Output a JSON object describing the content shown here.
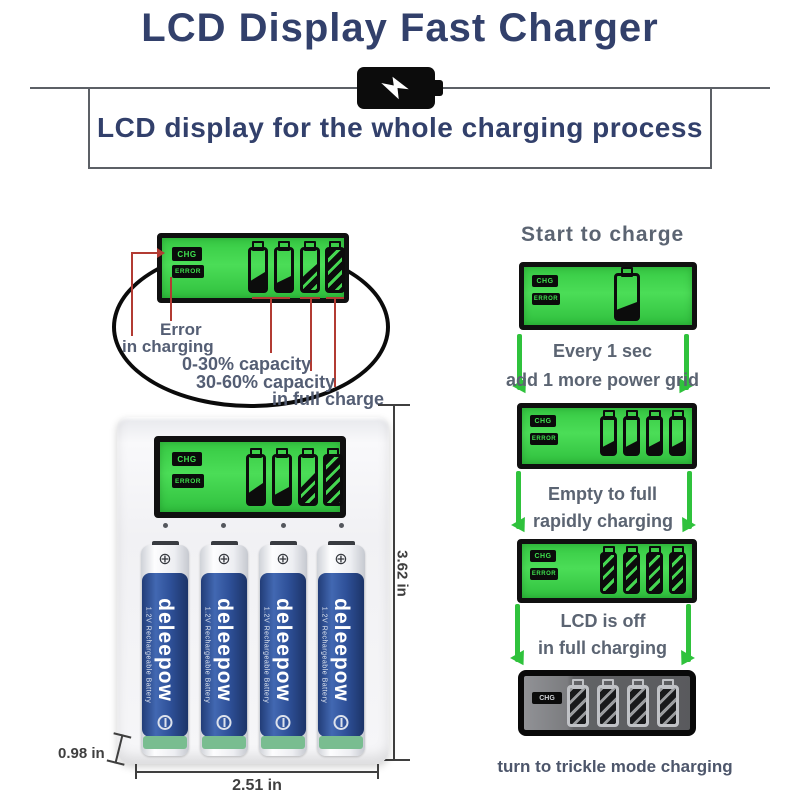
{
  "header": {
    "title": "LCD Display Fast Charger",
    "subtitle": "LCD display for the whole charging process"
  },
  "lcd": {
    "chg": "CHG",
    "error": "ERROR"
  },
  "callouts": {
    "error_line1": "Error",
    "error_line2": "in charging",
    "capacity_low": "0-30% capacity",
    "capacity_mid": "30-60% capacity",
    "capacity_full": "in full charge"
  },
  "dimensions": {
    "height": "3.62 in",
    "depth": "0.98 in",
    "width": "2.51 in"
  },
  "battery": {
    "brand": "deleepow",
    "spec": "1.2V Rechargeable Battery",
    "plus_terminal": "⊕"
  },
  "flow": {
    "heading": "Start to charge",
    "step1": [
      "Every 1 sec",
      "add 1 more power grid"
    ],
    "step2": [
      "Empty to full",
      "rapidly charging"
    ],
    "step3": [
      "LCD is off",
      "in full charging"
    ],
    "footer": "turn to trickle mode charging"
  },
  "lcd_states": {
    "zoomed_main": [
      "30% wedge",
      "22% wedge",
      "55% striped",
      "full striped"
    ],
    "charger_lcd": [
      "30% wedge",
      "22% wedge",
      "55% striped",
      "full striped"
    ],
    "flow_start": [
      "25% wedge"
    ],
    "flow_every_sec": [
      "25% wedge",
      "25% wedge",
      "25% wedge",
      "25% wedge"
    ],
    "flow_rapid": [
      "full striped",
      "full striped",
      "full striped",
      "full striped"
    ],
    "flow_off": [
      "full striped",
      "full striped",
      "full striped",
      "full striped"
    ]
  },
  "colors": {
    "heading_text": "#32406b",
    "label_text": "#545e74",
    "lcd_green": "#3bce47",
    "arrow_green": "#2fc23c",
    "callout_red": "#b23b33",
    "battery_blue": "#2f4e97",
    "lcd_off_gray": "#6b6c6e"
  }
}
